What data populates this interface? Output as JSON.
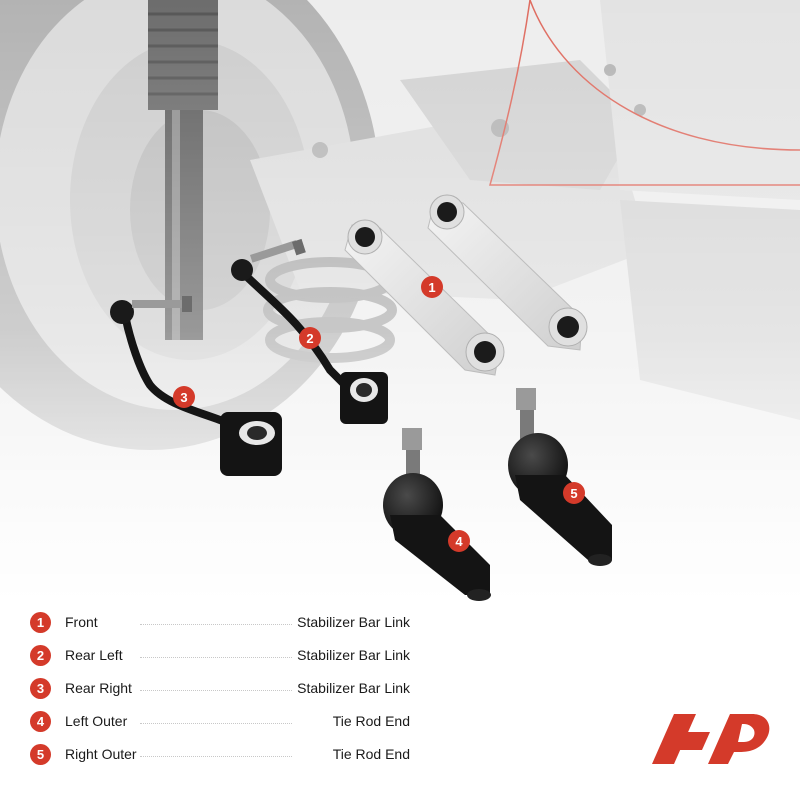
{
  "legend": [
    {
      "number": "1",
      "position": "Front",
      "part": "Stabilizer Bar Link"
    },
    {
      "number": "2",
      "position": "Rear Left",
      "part": "Stabilizer Bar Link"
    },
    {
      "number": "3",
      "position": "Rear Right",
      "part": "Stabilizer Bar Link"
    },
    {
      "number": "4",
      "position": "Left Outer",
      "part": "Tie Rod End"
    },
    {
      "number": "5",
      "position": "Right Outer",
      "part": "Tie Rod End"
    }
  ],
  "callouts": [
    "1",
    "2",
    "3",
    "4",
    "5"
  ],
  "colors": {
    "accent": "#d43a2a",
    "text": "#1a1a1a",
    "part_dark": "#141414",
    "part_light": "#e9e9e9"
  },
  "icons": {
    "logo": "a-premium-logo-icon"
  }
}
